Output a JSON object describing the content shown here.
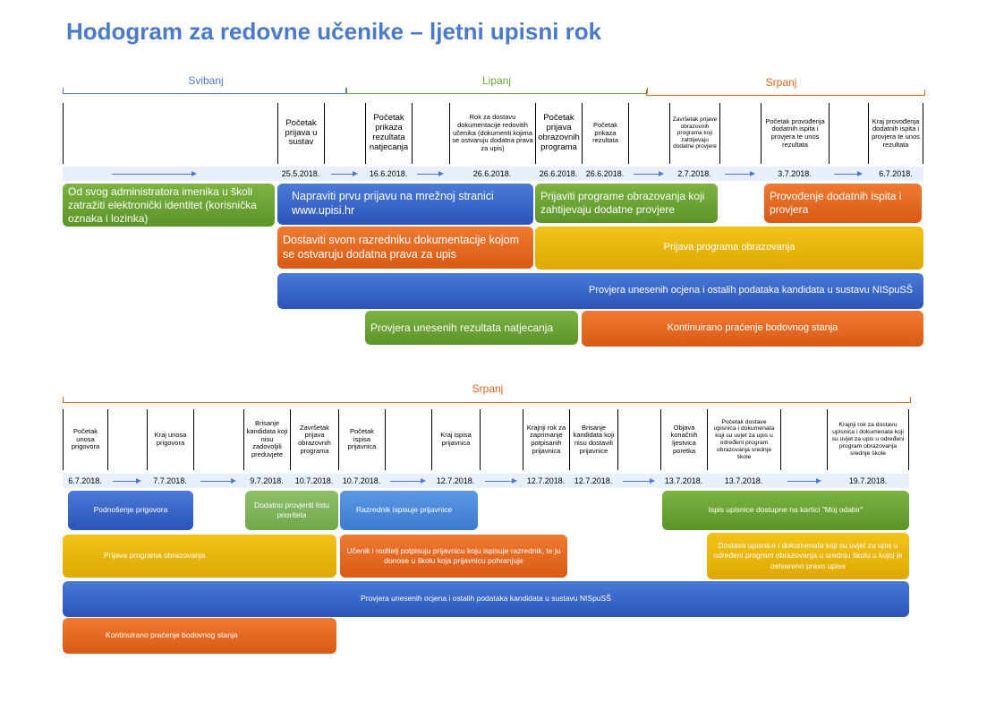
{
  "title": "Hodogram za redovne učenike – ljetni upisni rok",
  "colors": {
    "blue": "#2b55b8",
    "orange": "#e0651f",
    "green": "#6aa535",
    "yellow": "#e8b50a",
    "title": "#4a7ac9",
    "band": "#e8f0fb"
  },
  "top": {
    "months": [
      "Svibanj",
      "Lipanj",
      "Srpanj"
    ],
    "columns": [
      {
        "label": "",
        "date": ""
      },
      {
        "label": "Početak prijava u sustav",
        "date": "25.5.2018."
      },
      {
        "label": "",
        "date": ""
      },
      {
        "label": "Početak prikaza rezultata natjecanja",
        "date": "16.6.2018."
      },
      {
        "label": "",
        "date": ""
      },
      {
        "label": "Rok za dostavu dokumentacije redovitih učenika (dokumenti kojima se ostvaruju dodatna prava za upis)",
        "date": "26.6.2018."
      },
      {
        "label": "Početak prijava obrazovnih programa",
        "date": "26.6.2018."
      },
      {
        "label": "Početak prikaza rezultata",
        "date": "26.6.2018."
      },
      {
        "label": "",
        "date": ""
      },
      {
        "label": "Završetak prijave obrazovnih programa koji zahtijevaju dodatne provjere",
        "date": "2.7.2018."
      },
      {
        "label": "",
        "date": ""
      },
      {
        "label": "Početak provođenja dodatnih ispita i provjera te unos rezultata",
        "date": "3.7.2018."
      },
      {
        "label": "",
        "date": ""
      },
      {
        "label": "Kraj provođenja dodatnih ispita i provjera te unos rezultata",
        "date": "6.7.2018."
      }
    ],
    "boxes": [
      "Od svog administratora imenika u školi zatražiti elektronički identitet (korisnička oznaka i lozinka)",
      "Napraviti prvu prijavu na mrežnoj stranici www.upisi.hr",
      "Prijaviti programe obrazovanja koji zahtijevaju dodatne provjere",
      "Provođenje dodatnih ispita i provjera",
      "Dostaviti svom razredniku dokumentacije kojom se ostvaruju dodatna prava za upis",
      "Prijava programa obrazovanja",
      "Provjera unesenih ocjena i ostalih podataka kandidata u sustavu NISpuSŠ",
      "Provjera  unesenih rezultata natjecanja",
      "Kontinuirano praćenje bodovnog stanja"
    ]
  },
  "bottom": {
    "month": "Srpanj",
    "columns": [
      {
        "label": "Početak unosa prigovora",
        "date": "6.7.2018."
      },
      {
        "label": "",
        "date": ""
      },
      {
        "label": "Kraj unosa prigovora",
        "date": "7.7.2018."
      },
      {
        "label": "",
        "date": ""
      },
      {
        "label": "Brisanje kandidata koji nisu zadovoljili preduvjete",
        "date": "9.7.2018."
      },
      {
        "label": "Završetak prijava obrazovnih programa",
        "date": "10.7.2018."
      },
      {
        "label": "Početak ispisa prijavnica",
        "date": "10.7.2018."
      },
      {
        "label": "",
        "date": ""
      },
      {
        "label": "Kraj ispisa prijavnica",
        "date": "12.7.2018."
      },
      {
        "label": "",
        "date": ""
      },
      {
        "label": "Krajnji rok za zaprimanje potpisanih prijavnica",
        "date": "12.7.2018."
      },
      {
        "label": "Brisanje kandidata koji nisu dostavili prijavnice",
        "date": "12.7.2018."
      },
      {
        "label": "",
        "date": ""
      },
      {
        "label": "Objava konačnih ljestvica poretka",
        "date": "13.7.2018."
      },
      {
        "label": "Početak dostave upisnica i dokumenata koji su uvjet za upis u određeni program obrazovanja srednje škole",
        "date": "13.7.2018."
      },
      {
        "label": "",
        "date": ""
      },
      {
        "label": "Krajnji rok za dostavu upisnica i dokumenata koji su uvjet za upis u određeni program obrazovanja srednje škole",
        "date": "19.7.2018."
      }
    ],
    "boxes": [
      "Podnošenje prigovora",
      "Dodatno provjeriti listu prioriteta",
      "Razrednik ispisuje prijavnice",
      "Ispis upisnice dostupne na kartici \"Moj odabir\"",
      "Prijava programa obrazovanja",
      "Učenik i roditelj potpisuju prijavnicu koju ispisuje razrednik, te ju donose u školu koja prijavnicu pohranjuje",
      "Dostava upisnice i  dokumenata koji su uvjet za upis u određeni program obrazovanja u srednju školu u kojoj je ostvareno pravo upisa",
      "Provjera unesenih ocjena i ostalih podataka kandidata u sustavu NISpuSŠ",
      "Kontinuirano praćenje bodovnog stanja"
    ]
  }
}
